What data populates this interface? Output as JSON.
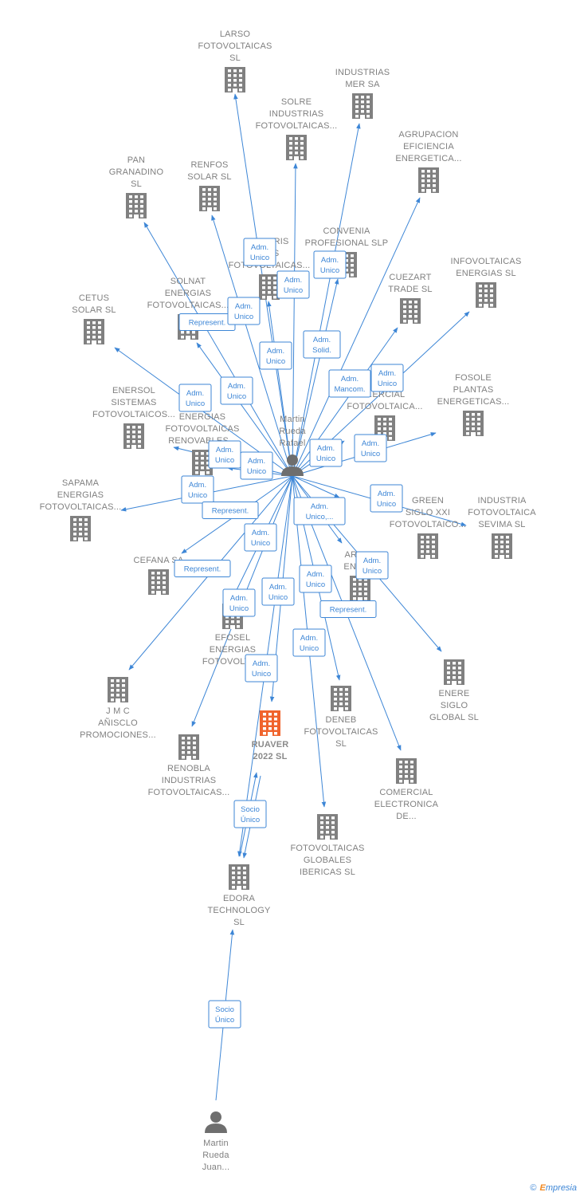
{
  "colors": {
    "edge": "#3d86d6",
    "company": "#808080",
    "highlight": "#f0642d",
    "person": "#6e6e6e"
  },
  "icons": {
    "company": "building-icon",
    "person": "person-icon"
  },
  "nodes": [
    {
      "id": "larso",
      "type": "company",
      "lines": [
        "LARSO",
        "FOTOVOLTAICAS",
        "SL"
      ]
    },
    {
      "id": "industrias_mer",
      "type": "company",
      "lines": [
        "INDUSTRIAS",
        "MER SA"
      ]
    },
    {
      "id": "solre",
      "type": "company",
      "lines": [
        "SOLRE",
        "INDUSTRIAS",
        "FOTOVOLTAICAS..."
      ]
    },
    {
      "id": "agrupacion",
      "type": "company",
      "lines": [
        "AGRUPACION",
        "EFICIENCIA",
        "ENERGETICA..."
      ]
    },
    {
      "id": "pan_granadino",
      "type": "company",
      "lines": [
        "PAN",
        "GRANADINO",
        "SL"
      ]
    },
    {
      "id": "renfos",
      "type": "company",
      "lines": [
        "RENFOS",
        "SOLAR  SL"
      ]
    },
    {
      "id": "solaris",
      "type": "company",
      "lines": [
        "SOLARIS",
        "...AS",
        "FOTOVOLTAICAS..."
      ]
    },
    {
      "id": "convenia",
      "type": "company",
      "lines": [
        "CONVENIA",
        "PROFESIONAL SLP"
      ]
    },
    {
      "id": "infovoltaicas",
      "type": "company",
      "lines": [
        "INFOVOLTAICAS",
        "ENERGIAS  SL"
      ]
    },
    {
      "id": "solnat",
      "type": "company",
      "lines": [
        "SOLNAT",
        "ENERGIAS",
        "FOTOVOLTAICAS..."
      ]
    },
    {
      "id": "cuezart",
      "type": "company",
      "lines": [
        "CUEZART",
        "TRADE SL"
      ]
    },
    {
      "id": "cetus",
      "type": "company",
      "lines": [
        "CETUS",
        "SOLAR SL"
      ]
    },
    {
      "id": "enersol",
      "type": "company",
      "lines": [
        "ENERSOL",
        "SISTEMAS",
        "FOTOVOLTAICOS..."
      ]
    },
    {
      "id": "energias_renovables",
      "type": "company",
      "lines": [
        "ENERGIAS",
        "FOTOVOLTAICAS",
        "RENOVABLES..."
      ]
    },
    {
      "id": "comercial_foto",
      "type": "company",
      "lines": [
        "...ERCIAL",
        "FOTOVOLTAICA..."
      ]
    },
    {
      "id": "fosole",
      "type": "company",
      "lines": [
        "FOSOLE",
        "PLANTAS",
        "ENERGETICAS..."
      ]
    },
    {
      "id": "sapama",
      "type": "company",
      "lines": [
        "SAPAMA",
        "ENERGIAS",
        "FOTOVOLTAICAS..."
      ]
    },
    {
      "id": "green_siglo",
      "type": "company",
      "lines": [
        "GREEN",
        "SIGLO XXI",
        "FOTOVOLTAICO..."
      ]
    },
    {
      "id": "industria_sevima",
      "type": "company",
      "lines": [
        "INDUSTRIA",
        "FOTOVOLTAICA",
        "SEVIMA  SL"
      ]
    },
    {
      "id": "cefana",
      "type": "company",
      "lines": [
        "CEFANA SA"
      ]
    },
    {
      "id": "arcas",
      "type": "company",
      "lines": [
        "ARCAS",
        "ENER..."
      ]
    },
    {
      "id": "efosel",
      "type": "company",
      "lines": [
        "EFOSEL",
        "ENERGIAS",
        "FOTOVOLTA..."
      ]
    },
    {
      "id": "enere_siglo",
      "type": "company",
      "lines": [
        "ENERE",
        "SIGLO",
        "GLOBAL  SL"
      ]
    },
    {
      "id": "jmc",
      "type": "company",
      "lines": [
        "J M C",
        "AÑISCLO",
        "PROMOCIONES..."
      ]
    },
    {
      "id": "ruaver",
      "type": "company",
      "highlight": true,
      "lines": [
        "RUAVER",
        "2022  SL"
      ]
    },
    {
      "id": "deneb",
      "type": "company",
      "lines": [
        "DENEB",
        "FOTOVOLTAICAS",
        "SL"
      ]
    },
    {
      "id": "renobla",
      "type": "company",
      "lines": [
        "RENOBLA",
        "INDUSTRIAS",
        "FOTOVOLTAICAS..."
      ]
    },
    {
      "id": "comercial_electronica",
      "type": "company",
      "lines": [
        "COMERCIAL",
        "ELECTRONICA",
        "DE..."
      ]
    },
    {
      "id": "fotovoltaicas_globales",
      "type": "company",
      "lines": [
        "FOTOVOLTAICAS",
        "GLOBALES",
        "IBERICAS  SL"
      ]
    },
    {
      "id": "edora",
      "type": "company",
      "lines": [
        "EDORA",
        "TECHNOLOGY",
        "SL"
      ]
    },
    {
      "id": "martin_rafael",
      "type": "person",
      "lines": [
        "Martin",
        "Rueda",
        "Rafael"
      ]
    },
    {
      "id": "martin_juan",
      "type": "person",
      "lines": [
        "Martin",
        "Rueda",
        "Juan..."
      ]
    }
  ],
  "edges": [
    {
      "from": "martin_rafael",
      "to": "larso",
      "label": [
        "Adm.",
        "Unico"
      ]
    },
    {
      "from": "martin_rafael",
      "to": "industrias_mer",
      "label": [
        "Adm.",
        "Unico"
      ]
    },
    {
      "from": "martin_rafael",
      "to": "solre",
      "label": [
        "Adm.",
        "Unico"
      ]
    },
    {
      "from": "martin_rafael",
      "to": "agrupacion",
      "label": []
    },
    {
      "from": "martin_rafael",
      "to": "pan_granadino",
      "label": [
        "Represent."
      ]
    },
    {
      "from": "martin_rafael",
      "to": "renfos",
      "label": [
        "Adm.",
        "Unico"
      ]
    },
    {
      "from": "martin_rafael",
      "to": "solaris",
      "label": [
        "Adm.",
        "Unico"
      ]
    },
    {
      "from": "martin_rafael",
      "to": "convenia",
      "label": [
        "Adm.",
        "Solid."
      ]
    },
    {
      "from": "martin_rafael",
      "to": "infovoltaicas",
      "label": [
        "Adm.",
        "Unico"
      ]
    },
    {
      "from": "martin_rafael",
      "to": "solnat",
      "label": [
        "Adm.",
        "Unico"
      ]
    },
    {
      "from": "martin_rafael",
      "to": "cuezart",
      "label": [
        "Adm.",
        "Mancom."
      ]
    },
    {
      "from": "martin_rafael",
      "to": "cetus",
      "label": [
        "Adm.",
        "Unico"
      ]
    },
    {
      "from": "martin_rafael",
      "to": "enersol",
      "label": [
        "Adm.",
        "Unico"
      ]
    },
    {
      "from": "martin_rafael",
      "to": "energias_renovables",
      "label": [
        "Adm.",
        "Unico"
      ]
    },
    {
      "from": "martin_rafael",
      "to": "comercial_foto",
      "label": [
        "Adm.",
        "Unico"
      ]
    },
    {
      "from": "martin_rafael",
      "to": "fosole",
      "label": [
        "Adm.",
        "Unico"
      ]
    },
    {
      "from": "martin_rafael",
      "to": "sapama",
      "label": [
        "Adm.",
        "Unico"
      ]
    },
    {
      "from": "martin_rafael",
      "to": "green_siglo",
      "label": [
        "Adm.",
        "Unico,..."
      ]
    },
    {
      "from": "martin_rafael",
      "to": "industria_sevima",
      "label": [
        "Adm.",
        "Unico"
      ]
    },
    {
      "from": "martin_rafael",
      "to": "cefana",
      "label": [
        "Represent."
      ]
    },
    {
      "from": "martin_rafael",
      "to": "arcas",
      "label": [
        "Adm.",
        "Unico"
      ]
    },
    {
      "from": "martin_rafael",
      "to": "efosel",
      "label": [
        "Adm.",
        "Unico"
      ]
    },
    {
      "from": "martin_rafael",
      "to": "enere_siglo",
      "label": [
        "Adm.",
        "Unico"
      ]
    },
    {
      "from": "martin_rafael",
      "to": "jmc",
      "label": [
        "Represent."
      ]
    },
    {
      "from": "martin_rafael",
      "to": "ruaver",
      "label": [
        "Adm.",
        "Unico"
      ]
    },
    {
      "from": "martin_rafael",
      "to": "deneb",
      "label": [
        "Adm.",
        "Unico"
      ]
    },
    {
      "from": "martin_rafael",
      "to": "renobla",
      "label": [
        "Adm.",
        "Unico"
      ]
    },
    {
      "from": "martin_rafael",
      "to": "comercial_electronica",
      "label": [
        "Represent."
      ]
    },
    {
      "from": "martin_rafael",
      "to": "fotovoltaicas_globales",
      "label": [
        "Adm.",
        "Unico"
      ]
    },
    {
      "from": "martin_rafael",
      "to": "edora",
      "label": [
        "Adm.",
        "Unico...."
      ]
    },
    {
      "from": "edora",
      "to": "ruaver",
      "label": [
        "Socio",
        "Único"
      ]
    },
    {
      "from": "martin_juan",
      "to": "edora",
      "label": [
        "Socio",
        "Único"
      ]
    }
  ],
  "footer": {
    "copyright": "©",
    "brand_e": "E",
    "brand_rest": "mpresia"
  }
}
